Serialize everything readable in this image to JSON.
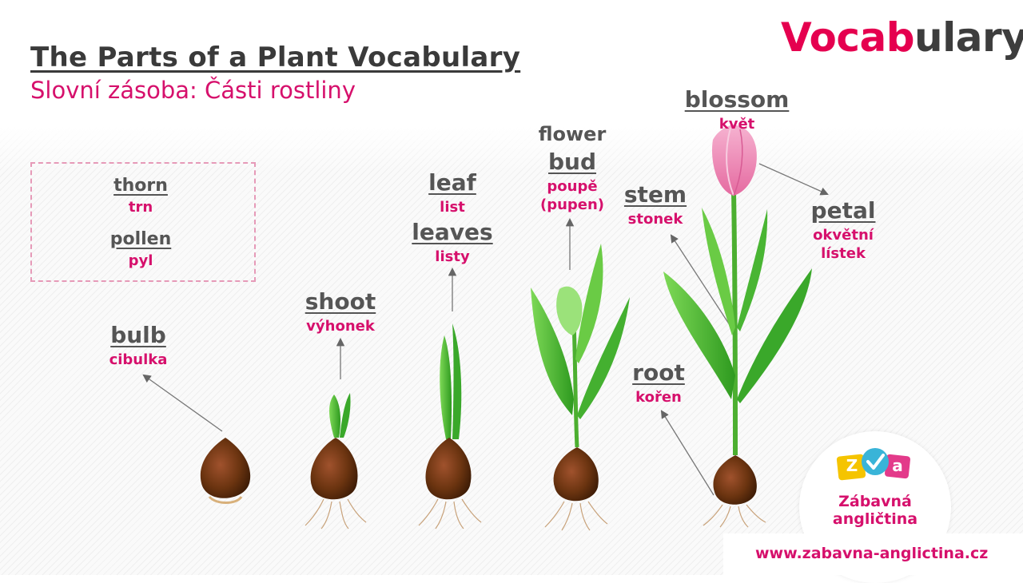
{
  "header": {
    "title": "The Parts of a Plant Vocabulary",
    "subtitle": "Slovní zásoba: Části rostliny",
    "brand_accent": "Vocab",
    "brand_rest": "ulary"
  },
  "box": {
    "thorn_en": "thorn",
    "thorn_cz": "trn",
    "pollen_en": "pollen",
    "pollen_cz": "pyl"
  },
  "labels": {
    "bulb_en": "bulb",
    "bulb_cz": "cibulka",
    "shoot_en": "shoot",
    "shoot_cz": "výhonek",
    "leaf_en": "leaf",
    "leaf_cz": "list",
    "leaves_en": "leaves",
    "leaves_cz": "listy",
    "flower_pre": "flower",
    "bud_en": "bud",
    "bud_cz1": "poupě",
    "bud_cz2": "(pupen)",
    "stem_en": "stem",
    "stem_cz": "stonek",
    "blossom_en": "blossom",
    "blossom_cz": "květ",
    "petal_en": "petal",
    "petal_cz1": "okvětní",
    "petal_cz2": "lístek",
    "root_en": "root",
    "root_cz": "kořen"
  },
  "logo": {
    "badge_left": "Z",
    "badge_right": "a",
    "line1": "Zábavná",
    "line2": "angličtina"
  },
  "footer": {
    "url": "www.zabavna-anglictina.cz"
  },
  "colors": {
    "accent": "#d6106c",
    "brand": "#e5004f",
    "text": "#555555"
  }
}
